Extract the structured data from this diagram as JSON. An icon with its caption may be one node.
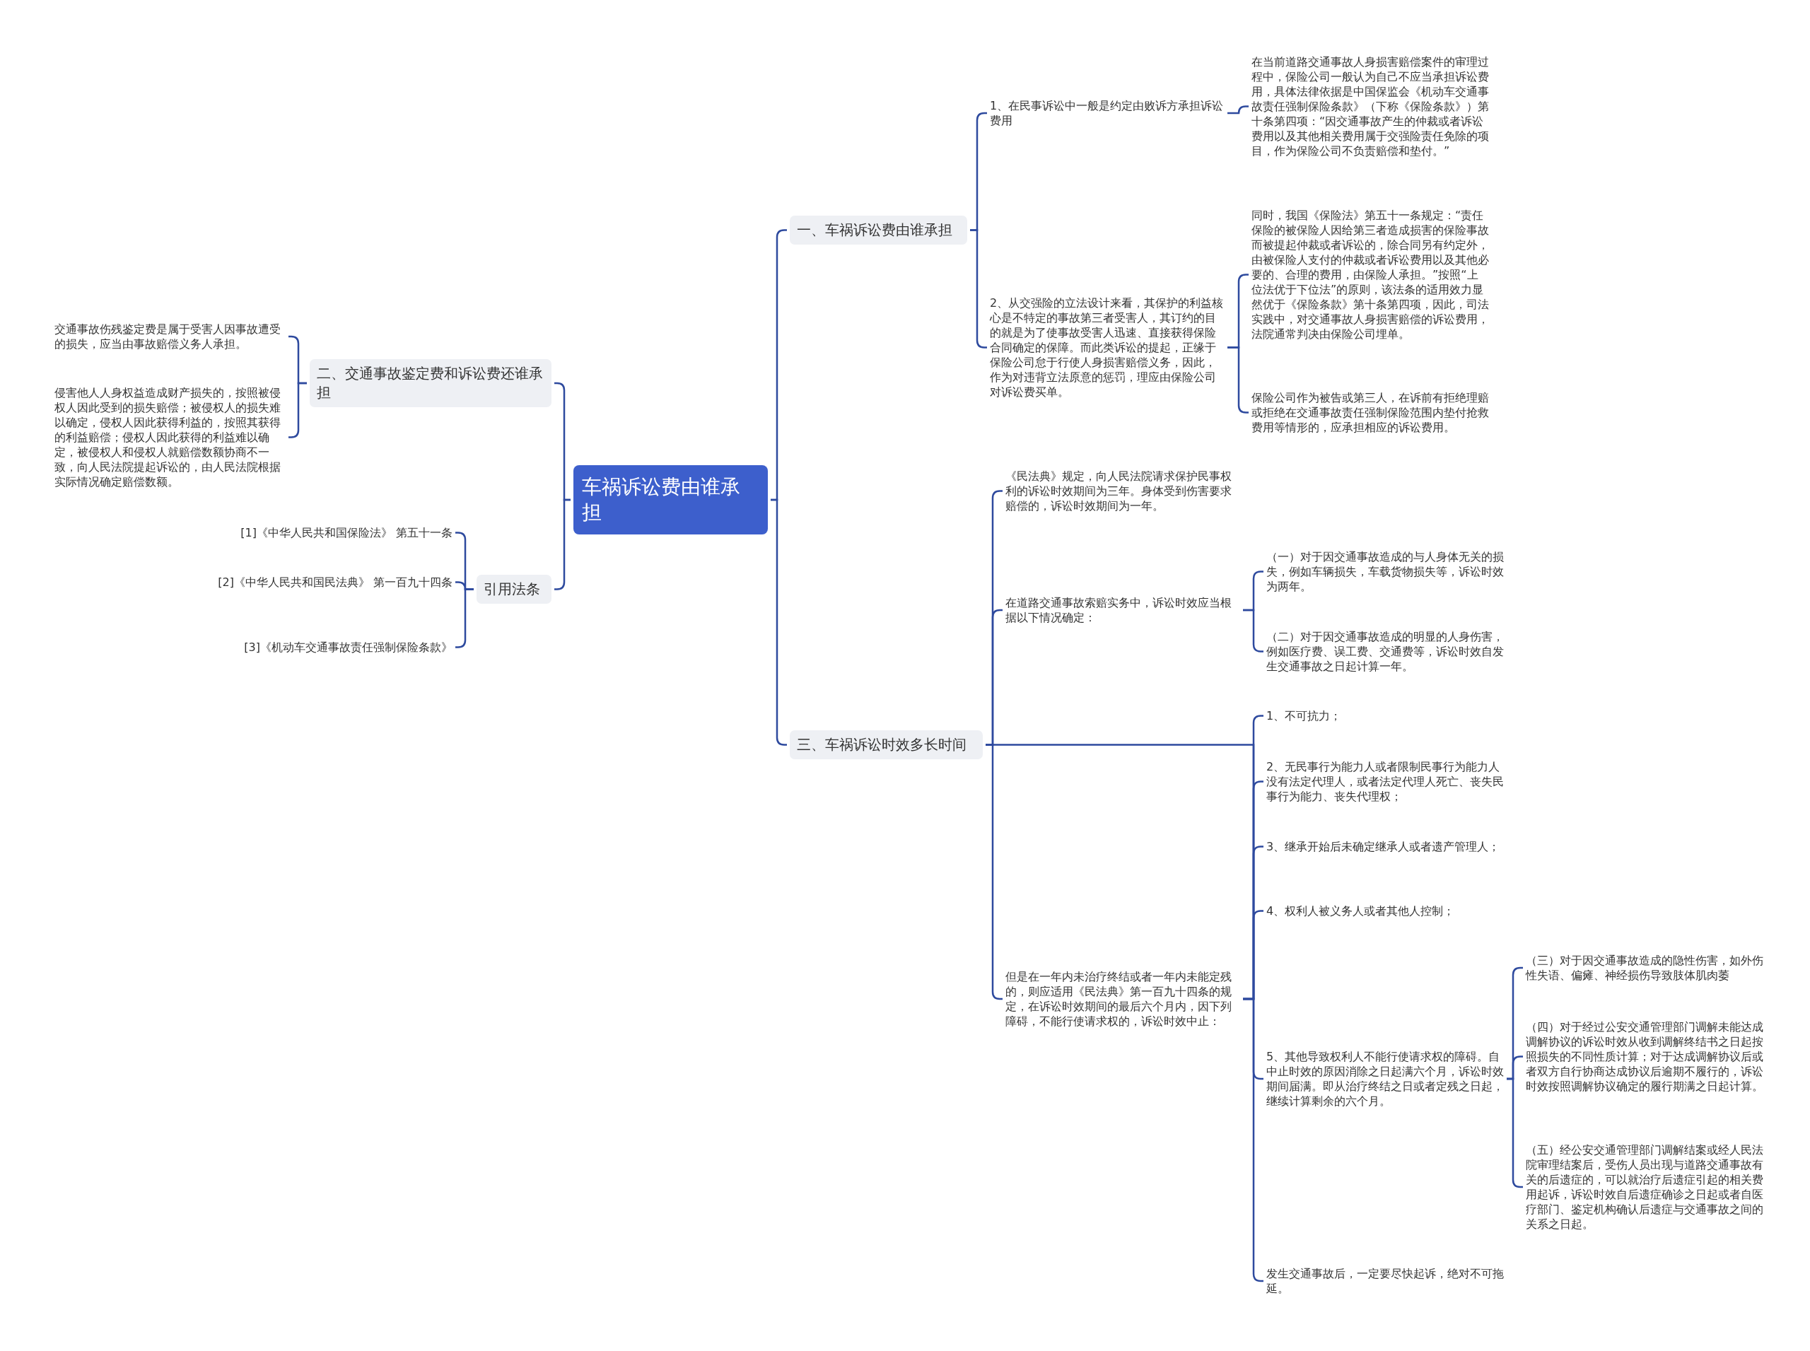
{
  "diagram": {
    "nodes": [
      {
        "text": [
          "车祸诉讼费由谁承担"
        ]
      },
      {
        "text": [
          "一、车祸诉讼费由谁承担"
        ]
      },
      {
        "text": [
          "1、在民事诉讼中一般是约定由败诉方承担诉讼费用"
        ]
      },
      {
        "text": [
          "在当前道路交通事故人身损害赔偿案件的审理过程中，保险公司一般认为自己不应当承担诉讼费用，具体法律依据是中国保监会《机动车交通事故责任强制保险条款》（下称《保险条款》）第十条第四项：“因交通事故产生的仲裁或者诉讼费用以及其他相关费用属于交强险责任免除的项目，作为保险公司不负责赔偿和垫付。”"
        ]
      },
      {
        "text": [
          "2、从交强险的立法设计来看，其保护的利益核心是不特定的事故第三者受害人，其订约的目的就是为了使事故受害人迅速、直接获得保险合同确定的保障。而此类诉讼的提起，正缘于保险公司怠于行使人身损害赔偿义务，因此，作为对违背立法原意的惩罚，理应由保险公司对诉讼费买单。"
        ]
      },
      {
        "text": [
          "同时，我国《保险法》第五十一条规定：“责任保险的被保险人因给第三者造成损害的保险事故而被提起仲裁或者诉讼的，除合同另有约定外，由被保险人支付的仲裁或者诉讼费用以及其他必要的、合理的费用，由保险人承担。”按照“上位法优于下位法”的原则，该法条的适用效力显然优于《保险条款》第十条第四项，因此，司法实践中，对交通事故人身损害赔偿的诉讼费用，法院通常判决由保险公司埋单。"
        ]
      },
      {
        "text": [
          "保险公司作为被告或第三人，在诉前有拒绝理赔或拒绝在交通事故责任强制保险范围内垫付抢救费用等情形的，应承担相应的诉讼费用。"
        ]
      },
      {
        "text": [
          "二、交通事故鉴定费和诉讼费还谁承担"
        ]
      },
      {
        "text": [
          "交通事故伤残鉴定费是属于受害人因事故遭受的损失，应当由事故赔偿义务人承担。"
        ]
      },
      {
        "text": [
          "侵害他人人身权益造成财产损失的，按照被侵权人因此受到的损失赔偿；被侵权人的损失难以确定，侵权人因此获得利益的，按照其获得的利益赔偿；侵权人因此获得的利益难以确定，被侵权人和侵权人就赔偿数额协商不一致，向人民法院提起诉讼的，由人民法院根据实际情况确定赔偿数额。"
        ]
      },
      {
        "text": [
          "引用法条"
        ]
      },
      {
        "text": [
          "[1]《中华人民共和国保险法》 第五十一条"
        ]
      },
      {
        "text": [
          "[2]《中华人民共和国民法典》 第一百九十四条"
        ]
      },
      {
        "text": [
          "[3]《机动车交通事故责任强制保险条款》"
        ]
      },
      {
        "text": [
          "三、车祸诉讼时效多长时间"
        ]
      },
      {
        "text": [
          "《民法典》规定，向人民法院请求保护民事权利的诉讼时效期间为三年。身体受到伤害要求赔偿的，诉讼时效期间为一年。"
        ]
      },
      {
        "text": [
          "在道路交通事故索赔实务中，诉讼时效应当根据以下情况确定："
        ]
      },
      {
        "text": [
          "（一）对于因交通事故造成的与人身体无关的损失，例如车辆损失，车载货物损失等，诉讼时效为两年。"
        ]
      },
      {
        "text": [
          "（二）对于因交通事故造成的明显的人身伤害，例如医疗费、误工费、交通费等，诉讼时效自发生交通事故之日起计算一年。"
        ]
      },
      {
        "text": [
          "但是在一年内未治疗终结或者一年内未能定残的，则应适用《民法典》第一百九十四条的规定，在诉讼时效期间的最后六个月内，因下列障碍，不能行使请求权的，诉讼时效中止："
        ]
      },
      {
        "text": [
          "1、不可抗力；"
        ]
      },
      {
        "text": [
          "2、无民事行为能力人或者限制民事行为能力人没有法定代理人，或者法定代理人死亡、丧失民事行为能力、丧失代理权；"
        ]
      },
      {
        "text": [
          "3、继承开始后未确定继承人或者遗产管理人；"
        ]
      },
      {
        "text": [
          "4、权利人被义务人或者其他人控制；"
        ]
      },
      {
        "text": [
          "5、其他导致权利人不能行使请求权的障碍。自中止时效的原因消除之日起满六个月，诉讼时效期间届满。即从治疗终结之日或者定残之日起，继续计算剩余的六个月。"
        ]
      },
      {
        "text": [
          "（三）对于因交通事故造成的隐性伤害，如外伤性失语、偏瘫、神经损伤导致肢体肌肉萎"
        ]
      },
      {
        "text": [
          "（四）对于经过公安交通管理部门调解未能达成调解协议的诉讼时效从收到调解终结书之日起按照损失的不同性质计算；对于达成调解协议后或者双方自行协商达成协议后逾期不履行的，诉讼时效按照调解协议确定的履行期满之日起计算。"
        ]
      },
      {
        "text": [
          "（五）经公安交通管理部门调解结案或经人民法院审理结案后，受伤人员出现与道路交通事故有关的后遗症的，可以就治疗后遗症引起的相关费用起诉，诉讼时效自后遗症确诊之日起或者自医疗部门、鉴定机构确认后遗症与交通事故之间的关系之日起。"
        ]
      },
      {
        "text": [
          "发生交通事故后，一定要尽快起诉，绝对不可拖延。"
        ]
      }
    ],
    "edges": [
      {
        "from": 0,
        "to": 1,
        "arrow": "none"
      },
      {
        "from": 1,
        "to": 2,
        "arrow": "none"
      },
      {
        "from": 2,
        "to": 3,
        "arrow": "none"
      },
      {
        "from": 1,
        "to": 4,
        "arrow": "none"
      },
      {
        "from": 4,
        "to": 5,
        "arrow": "none"
      },
      {
        "from": 4,
        "to": 6,
        "arrow": "none"
      },
      {
        "from": 0,
        "to": 7,
        "arrow": "none"
      },
      {
        "from": 7,
        "to": 8,
        "arrow": "none"
      },
      {
        "from": 7,
        "to": 9,
        "arrow": "none"
      },
      {
        "from": 0,
        "to": 10,
        "arrow": "none"
      },
      {
        "from": 10,
        "to": 11,
        "arrow": "none"
      },
      {
        "from": 10,
        "to": 12,
        "arrow": "none"
      },
      {
        "from": 10,
        "to": 13,
        "arrow": "none"
      },
      {
        "from": 0,
        "to": 14,
        "arrow": "none"
      },
      {
        "from": 14,
        "to": 15,
        "arrow": "none"
      },
      {
        "from": 14,
        "to": 16,
        "arrow": "none"
      },
      {
        "from": 16,
        "to": 17,
        "arrow": "none"
      },
      {
        "from": 16,
        "to": 18,
        "arrow": "none"
      },
      {
        "from": 14,
        "to": 19,
        "arrow": "none"
      },
      {
        "from": 19,
        "to": 20,
        "arrow": "none"
      },
      {
        "from": 19,
        "to": 21,
        "arrow": "none"
      },
      {
        "from": 19,
        "to": 22,
        "arrow": "none"
      },
      {
        "from": 19,
        "to": 23,
        "arrow": "none"
      },
      {
        "from": 19,
        "to": 24,
        "arrow": "none"
      },
      {
        "from": 24,
        "to": 25,
        "arrow": "none"
      },
      {
        "from": 24,
        "to": 26,
        "arrow": "none"
      },
      {
        "from": 24,
        "to": 27,
        "arrow": "none"
      },
      {
        "from": 14,
        "to": 28,
        "arrow": "none"
      }
    ]
  }
}
